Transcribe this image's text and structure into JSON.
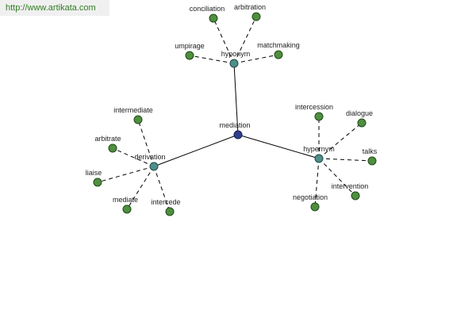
{
  "watermark": "http://www.artikata.com",
  "root": {
    "id": "mediation",
    "label": "mediation"
  },
  "groups": [
    {
      "id": "hyponym",
      "label": "hyponym",
      "leaves": [
        {
          "id": "conciliation",
          "label": "conciliation"
        },
        {
          "id": "arbitration",
          "label": "arbitration"
        },
        {
          "id": "umpirage",
          "label": "umpirage"
        },
        {
          "id": "matchmaking",
          "label": "matchmaking"
        }
      ]
    },
    {
      "id": "derivation",
      "label": "derivation",
      "leaves": [
        {
          "id": "intermediate",
          "label": "intermediate"
        },
        {
          "id": "arbitrate",
          "label": "arbitrate"
        },
        {
          "id": "liaise",
          "label": "liaise"
        },
        {
          "id": "mediate",
          "label": "mediate"
        },
        {
          "id": "intercede",
          "label": "intercede"
        }
      ]
    },
    {
      "id": "hypernym",
      "label": "hypernym",
      "leaves": [
        {
          "id": "intercession",
          "label": "intercession"
        },
        {
          "id": "dialogue",
          "label": "dialogue"
        },
        {
          "id": "talks",
          "label": "talks"
        },
        {
          "id": "intervention",
          "label": "intervention"
        },
        {
          "id": "negotiation",
          "label": "negotiation"
        }
      ]
    }
  ],
  "colors": {
    "leaf": "#4f8f3f",
    "hub": "#4f8f8a",
    "root": "#2f3f8f",
    "watermark_text": "#2f7d22"
  }
}
